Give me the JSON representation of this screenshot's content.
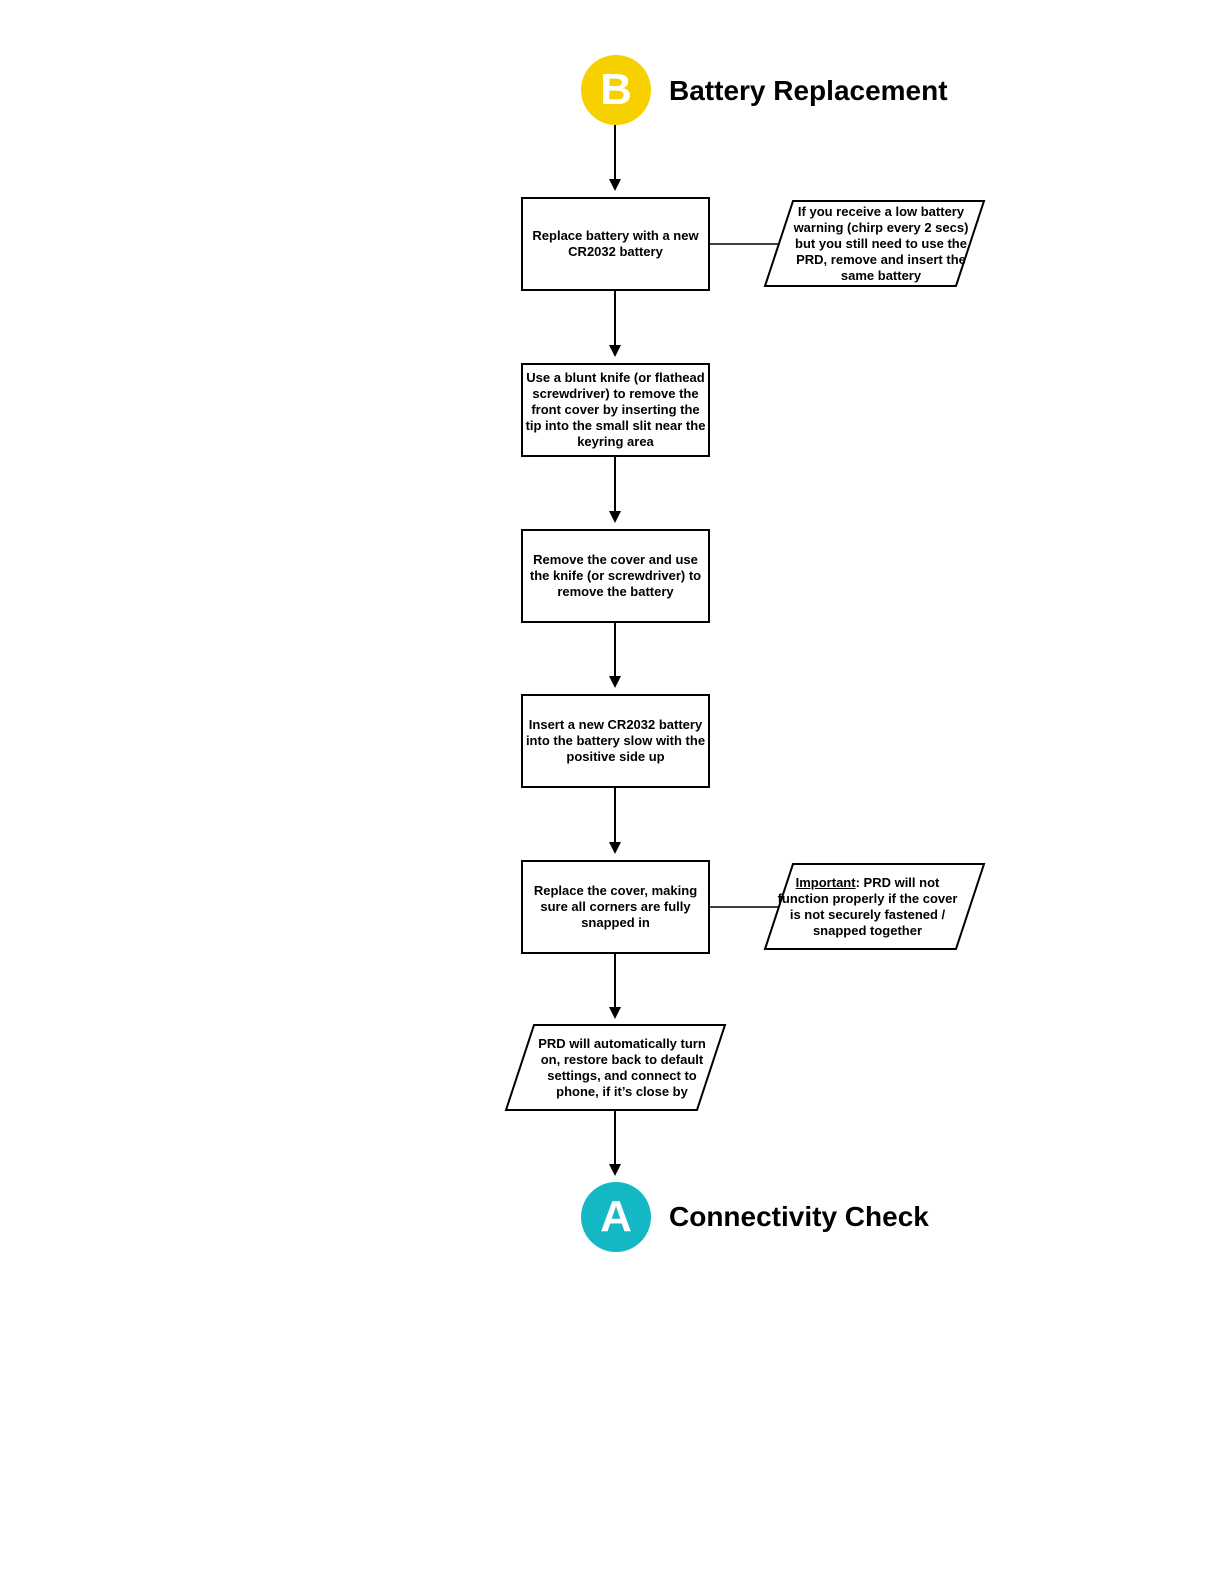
{
  "start_connector": {
    "letter": "B",
    "title": "Battery Replacement",
    "color": "#f7d000"
  },
  "end_connector": {
    "letter": "A",
    "title": "Connectivity Check",
    "color": "#14b8c4"
  },
  "steps": [
    "Replace battery with a new CR2032 battery",
    "Use a blunt knife (or flathead screwdriver) to remove the front cover by inserting the tip into the small slit near the keyring area",
    "Remove the cover and use the knife (or screwdriver) to remove the battery",
    "Insert a new CR2032 battery into the battery slow with the positive side up",
    "Replace the cover, making sure all corners are fully snapped in"
  ],
  "final_step": "PRD will automatically turn on, restore back to default settings, and connect to phone, if it’s close by",
  "notes": {
    "low_battery": "If you receive a low battery warning (chirp every 2 secs) but you still need to use the PRD, remove and insert the same battery",
    "important_label": "Important",
    "important_text": ": PRD will not function properly if the cover is not securely fastened / snapped together"
  }
}
